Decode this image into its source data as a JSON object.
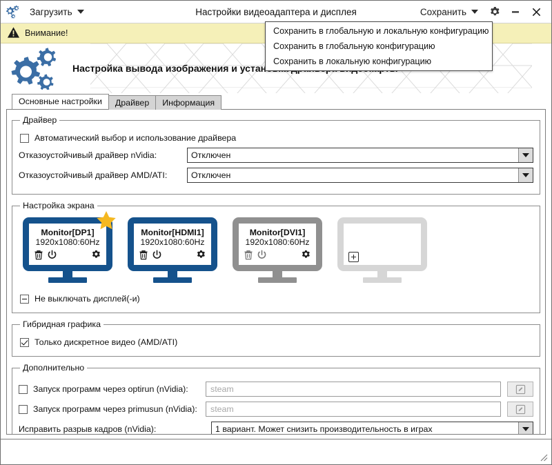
{
  "window": {
    "title": "Настройки видеоадаптера и дисплея",
    "app_icon": "gears-icon",
    "load_menu_label": "Загрузить",
    "save_menu_label": "Сохранить",
    "settings_icon": "gear-icon",
    "minimize_icon": "minimize-icon",
    "close_icon": "close-icon"
  },
  "save_dropdown": {
    "open": true,
    "items": [
      "Сохранить в глобальную и локальную конфигурацию",
      "Сохранить в глобальную конфигурацию",
      "Сохранить в локальную конфигурацию"
    ]
  },
  "warning": {
    "icon": "warning-triangle-icon",
    "text": "Внимание!",
    "background": "#f5f0b8"
  },
  "banner": {
    "logo_icon": "gears-logo-icon",
    "heading": "Настройка вывода изображения и установка драйвера видеокарты"
  },
  "tabs": [
    {
      "label": "Основные настройки",
      "active": true
    },
    {
      "label": "Драйвер",
      "active": false
    },
    {
      "label": "Информация",
      "active": false
    }
  ],
  "driver_section": {
    "legend": "Драйвер",
    "auto_checkbox": {
      "label": "Автоматический выбор и использование драйвера",
      "state": "unchecked"
    },
    "nvidia": {
      "label": "Отказоустойчивый драйвер nVidia:",
      "value": "Отключен"
    },
    "amd": {
      "label": "Отказоустойчивый драйвер AMD/ATI:",
      "value": "Отключен"
    }
  },
  "screen_section": {
    "legend": "Настройка экрана",
    "monitors": [
      {
        "name": "Monitor[DP1]",
        "resolution": "1920x1080:60Hz",
        "state": "active",
        "color": "#15528c",
        "primary": true,
        "star_icon": "star-icon",
        "icons": [
          "trash-icon",
          "power-icon",
          "gear-icon"
        ]
      },
      {
        "name": "Monitor[HDMI1]",
        "resolution": "1920x1080:60Hz",
        "state": "active",
        "color": "#15528c",
        "primary": false,
        "icons": [
          "trash-icon",
          "power-icon",
          "gear-icon"
        ]
      },
      {
        "name": "Monitor[DVI1]",
        "resolution": "1920x1080:60Hz",
        "state": "disabled",
        "color": "#909090",
        "primary": false,
        "icons": [
          "trash-icon",
          "power-icon",
          "gear-icon"
        ]
      },
      {
        "name": "",
        "resolution": "",
        "state": "empty",
        "color": "#d6d6d6",
        "primary": false,
        "icons": [
          "plus-icon"
        ]
      }
    ],
    "no_blank_checkbox": {
      "label": "Не выключать дисплей(-и)",
      "state": "indeterminate"
    }
  },
  "hybrid_section": {
    "legend": "Гибридная графика",
    "discrete_checkbox": {
      "label": "Только дискретное видео (AMD/ATI)",
      "state": "checked"
    }
  },
  "extra_section": {
    "legend": "Дополнительно",
    "optirun": {
      "label": "Запуск программ через optirun (nVidia):",
      "state": "unchecked",
      "placeholder": "steam",
      "value": "",
      "edit_icon": "edit-pencil-icon"
    },
    "primusrun": {
      "label": "Запуск программ через primusun (nVidia):",
      "state": "unchecked",
      "placeholder": "steam",
      "value": "",
      "edit_icon": "edit-pencil-icon"
    },
    "tearfree": {
      "label": "Исправить разрыв кадров (nVidia):",
      "value": "1 вариант. Может снизить производительность в играх"
    }
  },
  "statusbar": {
    "text": "",
    "grip_icon": "resize-grip-icon"
  }
}
